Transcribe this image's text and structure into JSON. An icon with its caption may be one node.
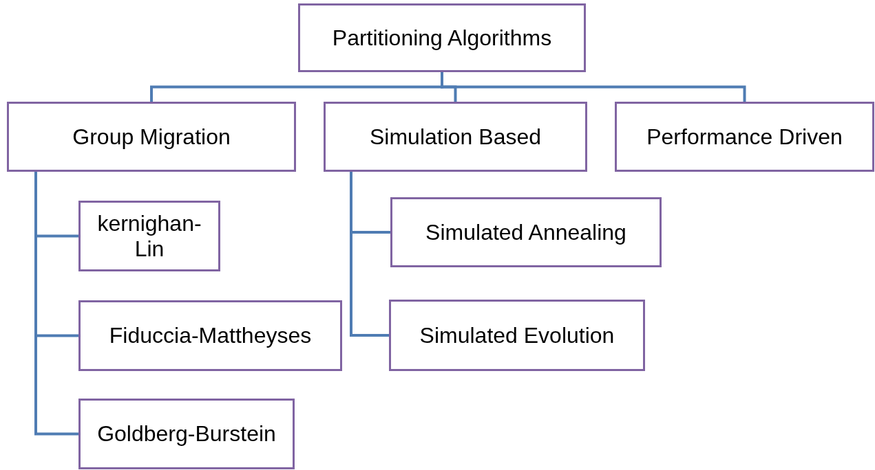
{
  "diagram": {
    "nodes": [
      {
        "text": [
          "Partitioning Algorithms"
        ]
      },
      {
        "text": [
          "Group Migration"
        ]
      },
      {
        "text": [
          "Simulation Based"
        ]
      },
      {
        "text": [
          "Performance Driven"
        ]
      },
      {
        "text": [
          "kernighan-Lin"
        ]
      },
      {
        "text": [
          "Fiduccia-Mattheyses"
        ]
      },
      {
        "text": [
          "Goldberg-Burstein"
        ]
      },
      {
        "text": [
          "Simulated Annealing"
        ]
      },
      {
        "text": [
          "Simulated Evolution"
        ]
      }
    ],
    "edges": [
      {
        "from": 0,
        "to": 1,
        "arrow": "none"
      },
      {
        "from": 0,
        "to": 2,
        "arrow": "none"
      },
      {
        "from": 0,
        "to": 3,
        "arrow": "none"
      },
      {
        "from": 1,
        "to": 4,
        "arrow": "none"
      },
      {
        "from": 1,
        "to": 5,
        "arrow": "none"
      },
      {
        "from": 1,
        "to": 6,
        "arrow": "none"
      },
      {
        "from": 2,
        "to": 7,
        "arrow": "none"
      },
      {
        "from": 2,
        "to": 8,
        "arrow": "none"
      }
    ]
  }
}
